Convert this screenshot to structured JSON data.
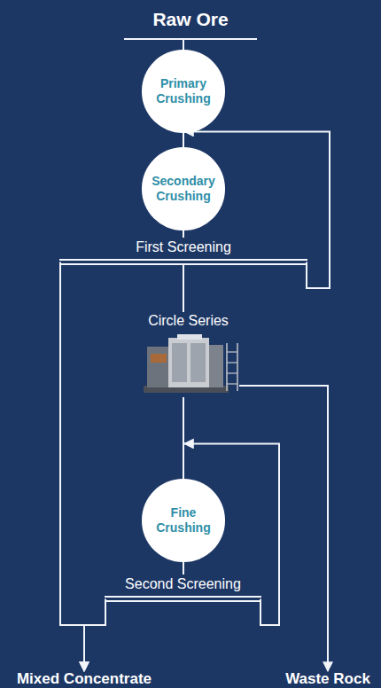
{
  "diagram": {
    "nodes": [
      {
        "text": [
          "Raw Ore"
        ]
      },
      {
        "text": [
          "Primary Crushing"
        ]
      },
      {
        "text": [
          "Secondary Crushing"
        ]
      },
      {
        "text": [
          "First Screening"
        ]
      },
      {
        "text": [
          "Circle Series"
        ]
      },
      {
        "text": [
          "Fine Crushing"
        ]
      },
      {
        "text": [
          "Second Screening"
        ]
      },
      {
        "text": [
          "Mixed Concentrate"
        ]
      },
      {
        "text": [
          "Waste Rock"
        ]
      }
    ],
    "edges": [
      {
        "from": 0,
        "to": 1,
        "arrow": "none"
      },
      {
        "from": 1,
        "to": 2,
        "arrow": "none"
      },
      {
        "from": 2,
        "to": 3,
        "arrow": "none"
      },
      {
        "from": 3,
        "to": 2,
        "arrow": "to"
      },
      {
        "from": 3,
        "to": 4,
        "arrow": "none"
      },
      {
        "from": 3,
        "to": 7,
        "arrow": "to"
      },
      {
        "from": 4,
        "to": 5,
        "arrow": "none"
      },
      {
        "from": 4,
        "to": 8,
        "arrow": "to"
      },
      {
        "from": 5,
        "to": 6,
        "arrow": "none"
      },
      {
        "from": 6,
        "to": 5,
        "arrow": "to"
      },
      {
        "from": 6,
        "to": 7,
        "arrow": "to"
      }
    ]
  }
}
